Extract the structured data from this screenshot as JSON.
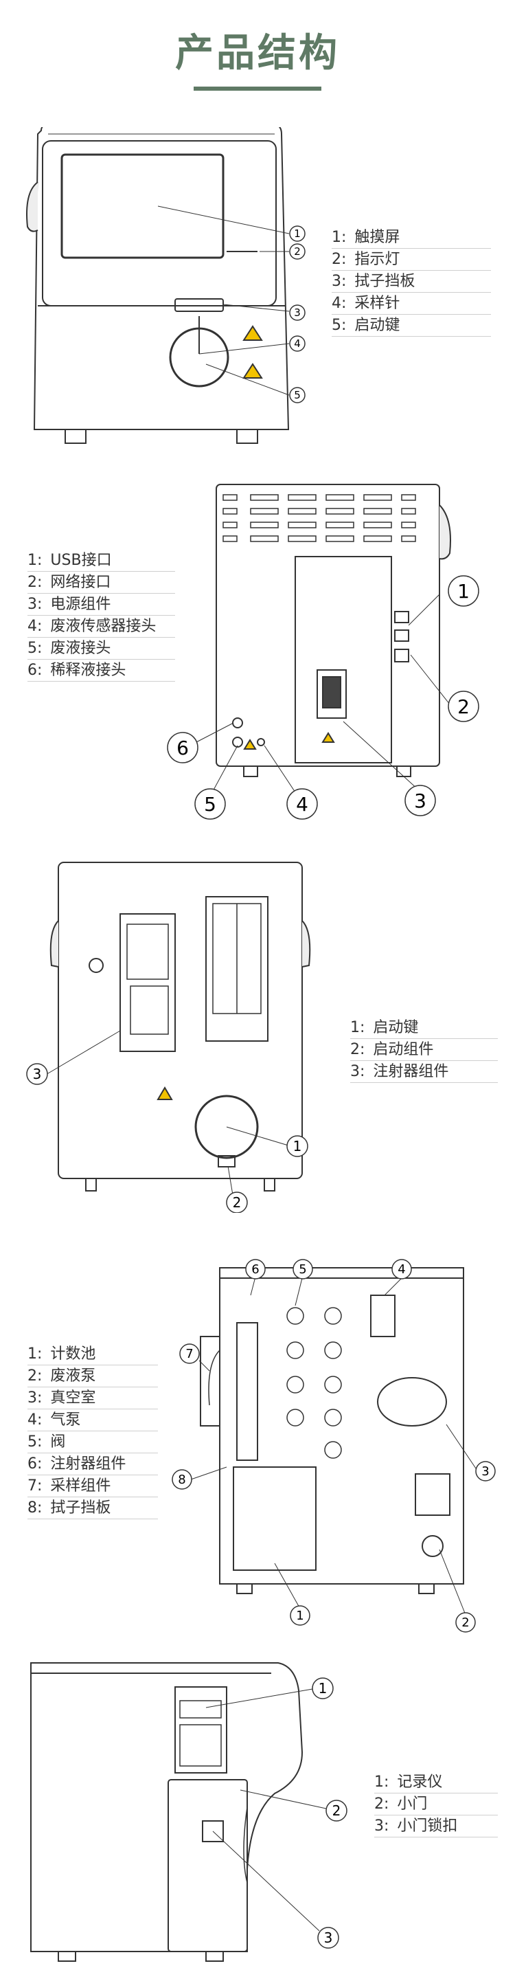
{
  "title": "产品结构",
  "sections": [
    {
      "name": "front-view",
      "legend": [
        {
          "num": "1:",
          "label": "触摸屏"
        },
        {
          "num": "2:",
          "label": "指示灯"
        },
        {
          "num": "3:",
          "label": "拭子挡板"
        },
        {
          "num": "4:",
          "label": "采样针"
        },
        {
          "num": "5:",
          "label": "启动键"
        }
      ],
      "callouts": [
        "1",
        "2",
        "3",
        "4",
        "5"
      ]
    },
    {
      "name": "rear-view",
      "legend": [
        {
          "num": "1:",
          "label": "USB接口"
        },
        {
          "num": "2:",
          "label": "网络接口"
        },
        {
          "num": "3:",
          "label": "电源组件"
        },
        {
          "num": "4:",
          "label": "废液传感器接头"
        },
        {
          "num": "5:",
          "label": "废液接头"
        },
        {
          "num": "6:",
          "label": "稀释液接头"
        }
      ],
      "callouts": [
        "1",
        "2",
        "3",
        "4",
        "5",
        "6"
      ]
    },
    {
      "name": "internal-front-view",
      "legend": [
        {
          "num": "1:",
          "label": "启动键"
        },
        {
          "num": "2:",
          "label": "启动组件"
        },
        {
          "num": "3:",
          "label": "注射器组件"
        }
      ],
      "callouts": [
        "1",
        "2",
        "3"
      ]
    },
    {
      "name": "internal-side-view",
      "legend": [
        {
          "num": "1:",
          "label": "计数池"
        },
        {
          "num": "2:",
          "label": "废液泵"
        },
        {
          "num": "3:",
          "label": "真空室"
        },
        {
          "num": "4:",
          "label": "气泵"
        },
        {
          "num": "5:",
          "label": "阀"
        },
        {
          "num": "6:",
          "label": "注射器组件"
        },
        {
          "num": "7:",
          "label": "采样组件"
        },
        {
          "num": "8:",
          "label": "拭子挡板"
        }
      ],
      "callouts": [
        "1",
        "2",
        "3",
        "4",
        "5",
        "6",
        "7",
        "8"
      ]
    },
    {
      "name": "side-view",
      "legend": [
        {
          "num": "1:",
          "label": "记录仪"
        },
        {
          "num": "2:",
          "label": "小门"
        },
        {
          "num": "3:",
          "label": "小门锁扣"
        }
      ],
      "callouts": [
        "1",
        "2",
        "3"
      ]
    }
  ]
}
